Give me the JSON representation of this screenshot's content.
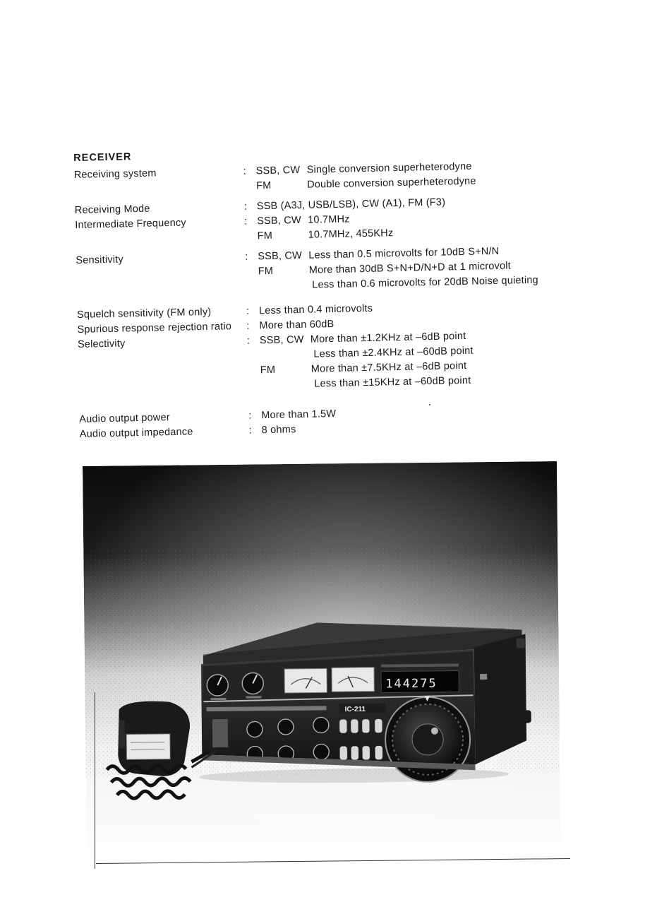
{
  "section_title": "RECEIVER",
  "specs": [
    {
      "label": "Receiving system",
      "lines": [
        {
          "mode": "SSB, CW",
          "value": "Single conversion superheterodyne"
        },
        {
          "mode": "FM",
          "value": "Double conversion superheterodyne"
        }
      ]
    },
    {
      "label": "Receiving Mode",
      "lines": [
        {
          "mode": "",
          "value": "SSB (A3J, USB/LSB), CW (A1), FM (F3)"
        }
      ]
    },
    {
      "label": "Intermediate Frequency",
      "lines": [
        {
          "mode": "SSB, CW",
          "value": "10.7MHz"
        },
        {
          "mode": "FM",
          "value": "10.7MHz, 455KHz"
        }
      ]
    },
    {
      "label": "Sensitivity",
      "lines": [
        {
          "mode": "SSB, CW",
          "value": "Less than 0.5 microvolts for 10dB S+N/N"
        },
        {
          "mode": "FM",
          "value": "More than 30dB S+N+D/N+D at 1 microvolt"
        },
        {
          "mode": "",
          "value": "Less than 0.6 microvolts for 20dB Noise quieting"
        }
      ]
    },
    {
      "label": "Squelch sensitivity (FM only)",
      "lines": [
        {
          "mode": "",
          "value": "Less than 0.4 microvolts"
        }
      ]
    },
    {
      "label": "Spurious response rejection ratio",
      "lines": [
        {
          "mode": "",
          "value": "More than 60dB"
        }
      ]
    },
    {
      "label": "Selectivity",
      "lines": [
        {
          "mode": "SSB, CW",
          "value": "More than ±1.2KHz at –6dB point"
        },
        {
          "mode": "",
          "value": "Less than ±2.4KHz at –60dB point"
        },
        {
          "mode": "FM",
          "value": "More than ±7.5KHz at –6dB point"
        },
        {
          "mode": "",
          "value": "Less than ±15KHz at –60dB point"
        }
      ]
    },
    {
      "label": "Audio output power",
      "lines": [
        {
          "mode": "",
          "value": "More than 1.5W"
        }
      ]
    },
    {
      "label": "Audio output impedance",
      "lines": [
        {
          "mode": "",
          "value": "8 ohms"
        }
      ]
    }
  ],
  "photo": {
    "model_plate": "IC-211",
    "frequency_display": "144275"
  }
}
